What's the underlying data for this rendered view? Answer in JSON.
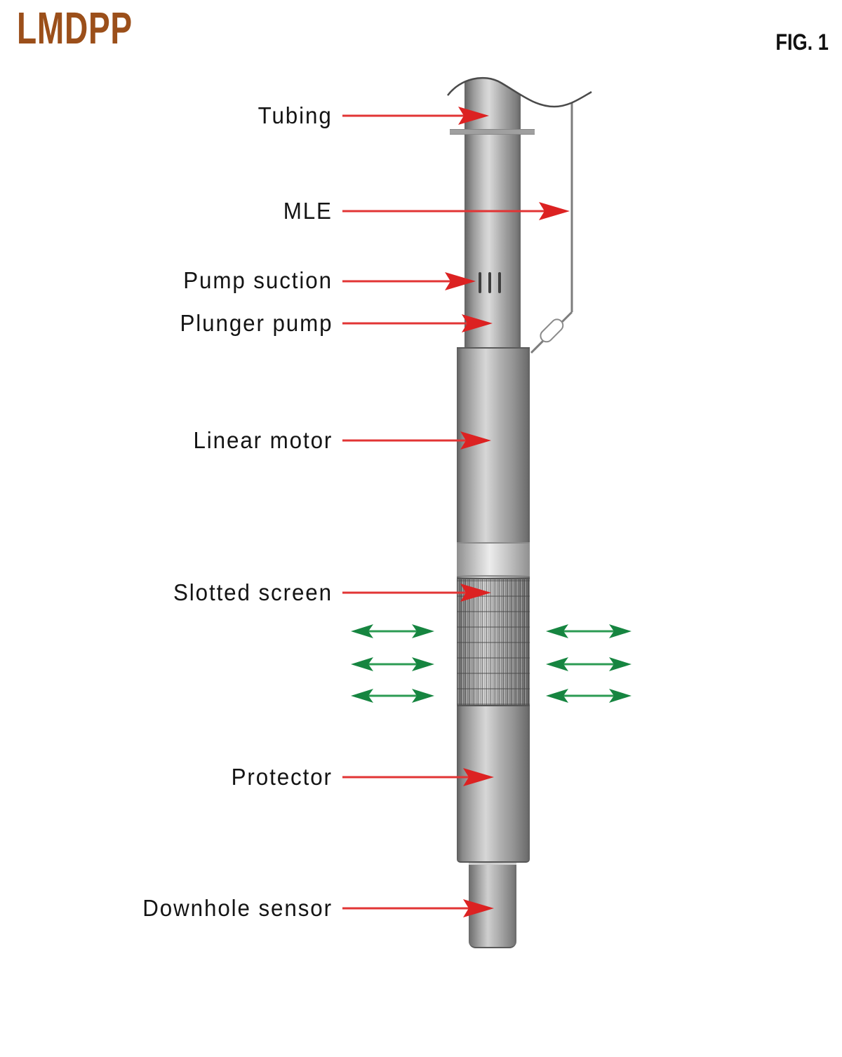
{
  "header": {
    "logo": "LMDPP",
    "fig_label": "FIG. 1"
  },
  "diagram": {
    "callouts": [
      {
        "id": "tubing",
        "label": "Tubing"
      },
      {
        "id": "mle",
        "label": "MLE"
      },
      {
        "id": "pump-suction",
        "label": "Pump suction"
      },
      {
        "id": "plunger-pump",
        "label": "Plunger pump"
      },
      {
        "id": "linear-motor",
        "label": "Linear motor"
      },
      {
        "id": "slotted-screen",
        "label": "Slotted screen"
      },
      {
        "id": "protector",
        "label": "Protector"
      },
      {
        "id": "downhole-sensor",
        "label": "Downhole sensor"
      }
    ],
    "colors": {
      "callout_arrow_red": "#dc2222",
      "flow_arrow_green": "#178540",
      "logo_brown": "#9b4f1a",
      "label_text": "#141414"
    }
  }
}
